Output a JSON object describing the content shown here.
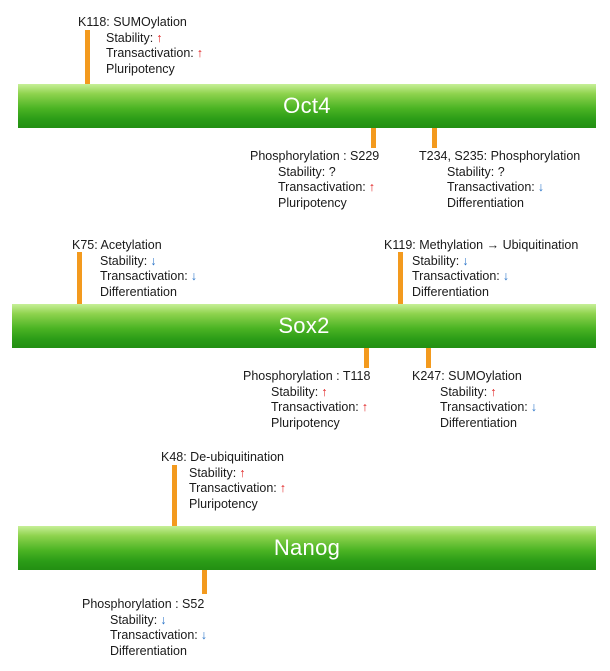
{
  "colors": {
    "up_arrow": "#e02020",
    "down_arrow": "#2a74c8",
    "stick": "#f39a1e",
    "bar": "#3aa81e"
  },
  "proteins": [
    {
      "name": "Oct4",
      "sites": [
        {
          "title": "K118: SUMOylation",
          "stability": "Stability:",
          "stability_dir": "up",
          "transactivation": "Transactivation:",
          "transactivation_dir": "up",
          "outcome": "Pluripotency"
        },
        {
          "title": "Phosphorylation : S229",
          "stability": "Stability: ?",
          "stability_dir": "",
          "transactivation": "Transactivation:",
          "transactivation_dir": "up",
          "outcome": "Pluripotency"
        },
        {
          "title": "T234, S235: Phosphorylation",
          "stability": "Stability: ?",
          "stability_dir": "",
          "transactivation": "Transactivation:",
          "transactivation_dir": "down",
          "outcome": "Differentiation"
        }
      ]
    },
    {
      "name": "Sox2",
      "sites": [
        {
          "title": "K75: Acetylation",
          "stability": "Stability:",
          "stability_dir": "down",
          "transactivation": "Transactivation:",
          "transactivation_dir": "down",
          "outcome": "Differentiation"
        },
        {
          "title": "K119: Methylation → Ubiquitination",
          "stability": "Stability:",
          "stability_dir": "down",
          "transactivation": "Transactivation:",
          "transactivation_dir": "down",
          "outcome": "Differentiation"
        },
        {
          "title": "Phosphorylation : T118",
          "stability": "Stability:",
          "stability_dir": "up",
          "transactivation": "Transactivation:",
          "transactivation_dir": "up",
          "outcome": "Pluripotency"
        },
        {
          "title": "K247: SUMOylation",
          "stability": "Stability:",
          "stability_dir": "up",
          "transactivation": "Transactivation:",
          "transactivation_dir": "down",
          "outcome": "Differentiation"
        }
      ]
    },
    {
      "name": "Nanog",
      "sites": [
        {
          "title": "K48: De-ubiquitination",
          "stability": "Stability:",
          "stability_dir": "up",
          "transactivation": "Transactivation:",
          "transactivation_dir": "up",
          "outcome": "Pluripotency"
        },
        {
          "title": "Phosphorylation : S52",
          "stability": "Stability:",
          "stability_dir": "down",
          "transactivation": "Transactivation:",
          "transactivation_dir": "down",
          "outcome": "Differentiation"
        }
      ]
    }
  ]
}
